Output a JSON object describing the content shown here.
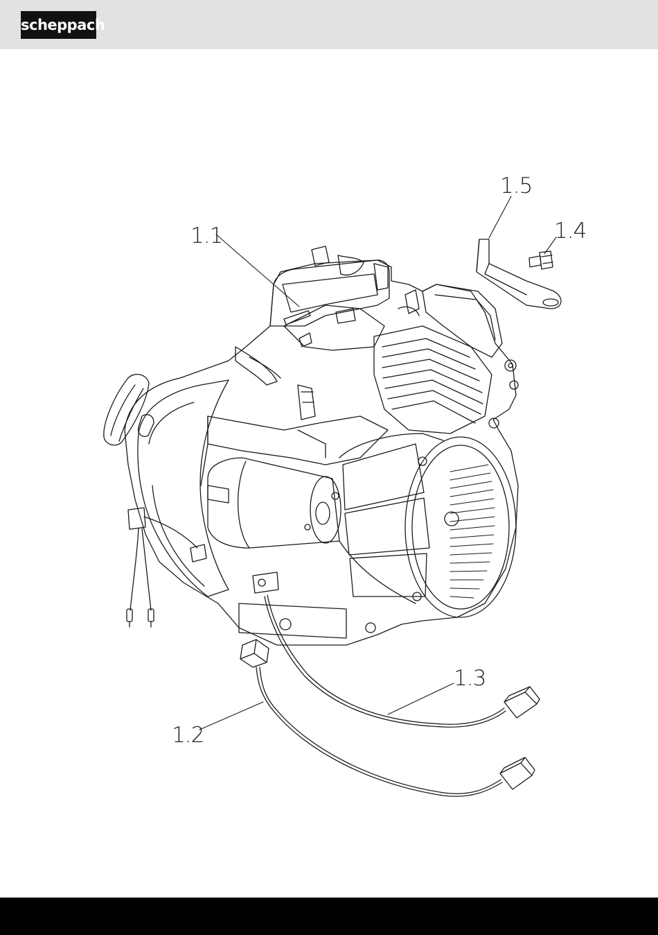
{
  "header": {
    "brand": "scheppach"
  },
  "colors": {
    "header_bg": "#e2e2e2",
    "footer_bg": "#000000",
    "line": "#1a1a1a"
  },
  "diagram": {
    "labels": [
      {
        "id": "l11",
        "text": "1.1"
      },
      {
        "id": "l12",
        "text": "1.2"
      },
      {
        "id": "l13",
        "text": "1.3"
      },
      {
        "id": "l14",
        "text": "1.4"
      },
      {
        "id": "l15",
        "text": "1.5"
      }
    ]
  }
}
